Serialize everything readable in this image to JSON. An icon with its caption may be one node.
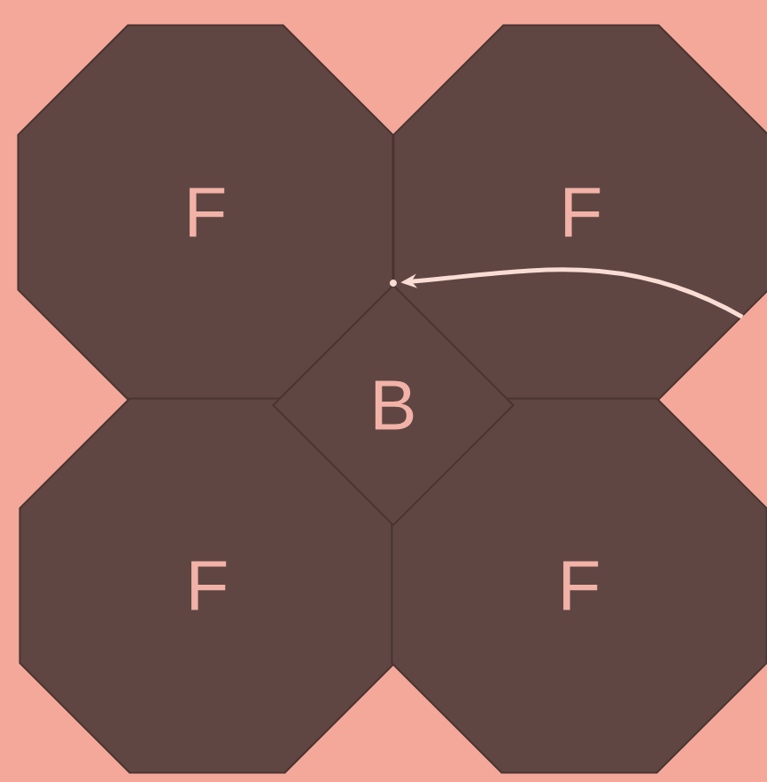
{
  "diagram": {
    "nodes": [
      {
        "text": [
          "F"
        ]
      },
      {
        "text": [
          "F"
        ]
      },
      {
        "text": [
          "F"
        ]
      },
      {
        "text": [
          "F"
        ]
      },
      {
        "text": [
          "B"
        ]
      },
      {
        "text": [],
        "shape": "circle"
      }
    ],
    "edges": [
      {
        "from": 1,
        "to": 5,
        "arrow": "to"
      }
    ]
  }
}
